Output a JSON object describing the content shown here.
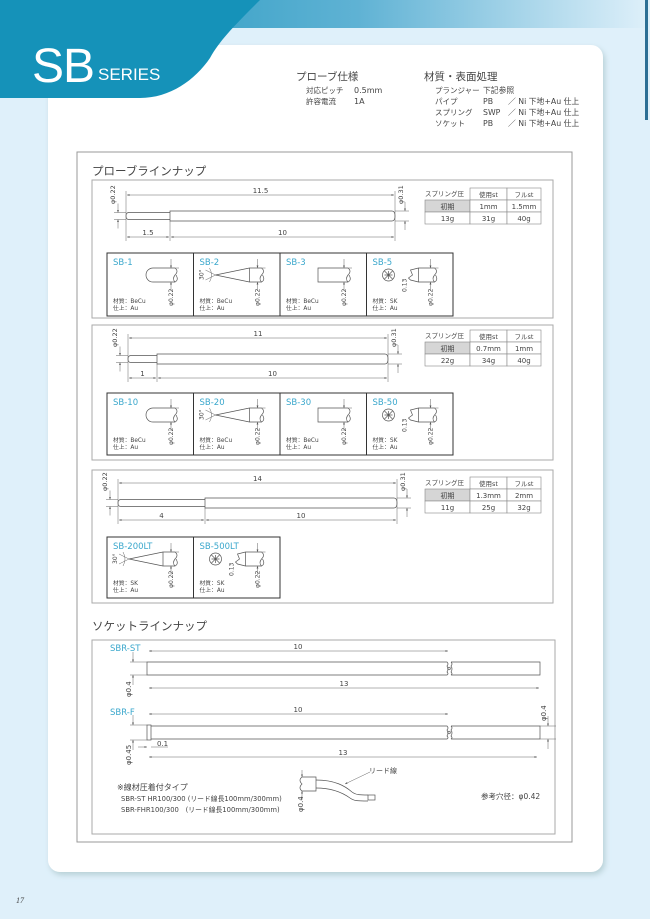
{
  "header": {
    "series_code": "SB",
    "series_word": "SERIES",
    "accent_color": "#1592b9"
  },
  "specs": {
    "title": "プローブ仕様",
    "rows": [
      {
        "label": "対応ピッチ",
        "value": "0.5mm"
      },
      {
        "label": "許容電流",
        "value": "1A"
      }
    ]
  },
  "materials": {
    "title": "材質・表面処理",
    "rows": [
      {
        "part": "プランジャー",
        "material": "下記参照",
        "finish": ""
      },
      {
        "part": "パイプ",
        "material": "PB",
        "finish": "／ Ni 下地+Au 仕上"
      },
      {
        "part": "スプリング",
        "material": "SWP",
        "finish": "／ Ni 下地+Au 仕上"
      },
      {
        "part": "ソケット",
        "material": "PB",
        "finish": "／ Ni 下地+Au 仕上"
      }
    ]
  },
  "probe_lineup": {
    "title": "プローブラインナップ",
    "groups": [
      {
        "total": "11.5",
        "tip_len": "1.5",
        "body_len": "10",
        "tip_dia": "φ0.22",
        "body_dia": "φ0.31",
        "spring": {
          "label": "スプリング圧",
          "headers": [
            "使用st",
            "フルst"
          ],
          "initial_label": "初期",
          "strokes": [
            "1mm",
            "1.5mm"
          ],
          "loads": [
            "13g",
            "31g",
            "40g"
          ]
        },
        "tips": [
          {
            "name": "SB-1",
            "shape": "round",
            "material": "材質：BeCu",
            "finish": "仕上：Au",
            "dia": "φ0.22"
          },
          {
            "name": "SB-2",
            "shape": "cone",
            "angle": "30°",
            "material": "材質：BeCu",
            "finish": "仕上：Au",
            "dia": "φ0.22"
          },
          {
            "name": "SB-3",
            "shape": "flat",
            "material": "材質：BeCu",
            "finish": "仕上：Au",
            "dia": "φ0.22"
          },
          {
            "name": "SB-5",
            "shape": "crown",
            "depth": "0.13",
            "material": "材質：SK",
            "finish": "仕上：Au",
            "dia": "φ0.22"
          }
        ]
      },
      {
        "total": "11",
        "tip_len": "1",
        "body_len": "10",
        "tip_dia": "φ0.22",
        "body_dia": "φ0.31",
        "spring": {
          "label": "スプリング圧",
          "headers": [
            "使用st",
            "フルst"
          ],
          "initial_label": "初期",
          "strokes": [
            "0.7mm",
            "1mm"
          ],
          "loads": [
            "22g",
            "34g",
            "40g"
          ]
        },
        "tips": [
          {
            "name": "SB-10",
            "shape": "round",
            "material": "材質：BeCu",
            "finish": "仕上：Au",
            "dia": "φ0.22"
          },
          {
            "name": "SB-20",
            "shape": "cone",
            "angle": "30°",
            "material": "材質：BeCu",
            "finish": "仕上：Au",
            "dia": "φ0.22"
          },
          {
            "name": "SB-30",
            "shape": "flat",
            "material": "材質：BeCu",
            "finish": "仕上：Au",
            "dia": "φ0.22"
          },
          {
            "name": "SB-50",
            "shape": "crown",
            "depth": "0.13",
            "material": "材質：SK",
            "finish": "仕上：Au",
            "dia": "φ0.22"
          }
        ]
      },
      {
        "total": "14",
        "tip_len": "4",
        "body_len": "10",
        "tip_dia": "φ0.22",
        "body_dia": "φ0.31",
        "spring": {
          "label": "スプリング圧",
          "headers": [
            "使用st",
            "フルst"
          ],
          "initial_label": "初期",
          "strokes": [
            "1.3mm",
            "2mm"
          ],
          "loads": [
            "11g",
            "25g",
            "32g"
          ]
        },
        "tips": [
          {
            "name": "SB-200LT",
            "shape": "cone",
            "angle": "30°",
            "material": "材質：SK",
            "finish": "仕上：Au",
            "dia": "φ0.22"
          },
          {
            "name": "SB-500LT",
            "shape": "crown",
            "depth": "0.13",
            "material": "材質：SK",
            "finish": "仕上：Au",
            "dia": "φ0.22"
          }
        ]
      }
    ]
  },
  "socket_lineup": {
    "title": "ソケットラインナップ",
    "st": {
      "name": "SBR-ST",
      "len_a": "10",
      "len_total": "13",
      "dia": "φ0.4"
    },
    "f": {
      "name": "SBR-F",
      "len_a": "10",
      "len_total": "13",
      "dia": "φ0.4",
      "flange_dia": "φ0.45",
      "flange_thk": "0.1"
    },
    "lead_label": "リード線",
    "lead_dia": "φ0.4",
    "note_title": "※線材圧着付タイプ",
    "notes": [
      "SBR-ST HR100/300 (リード線長100mm/300mm)",
      "SBR-FHR100/300　(リード線長100mm/300mm)"
    ],
    "hole": "参考穴径：φ0.42"
  },
  "page_number": "17"
}
